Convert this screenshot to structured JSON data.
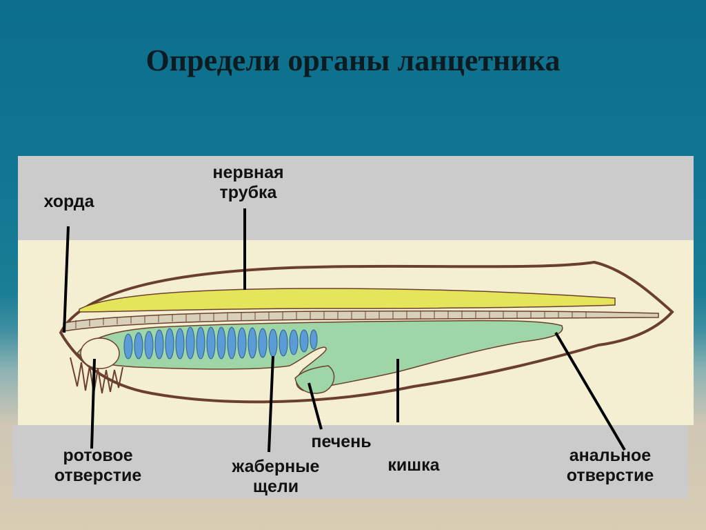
{
  "title": "Определи органы ланцетника",
  "labels": {
    "chorda": "хорда",
    "neural_tube": [
      "нервная",
      "трубка"
    ],
    "mouth": [
      "ротовое",
      "отверстие"
    ],
    "gill_slits": [
      "жаберные",
      "щели"
    ],
    "liver": "печень",
    "intestine": "кишка",
    "anus": [
      "анальное",
      "отверстие"
    ]
  },
  "colors": {
    "background": "#0f7592",
    "panel": "#cbcbcb",
    "paper": "#f4efd2",
    "outline": "#6b3f2e",
    "neural_tube": "#e5e55c",
    "gut": "#9fd6a8",
    "gills": "#5b9bd6"
  }
}
